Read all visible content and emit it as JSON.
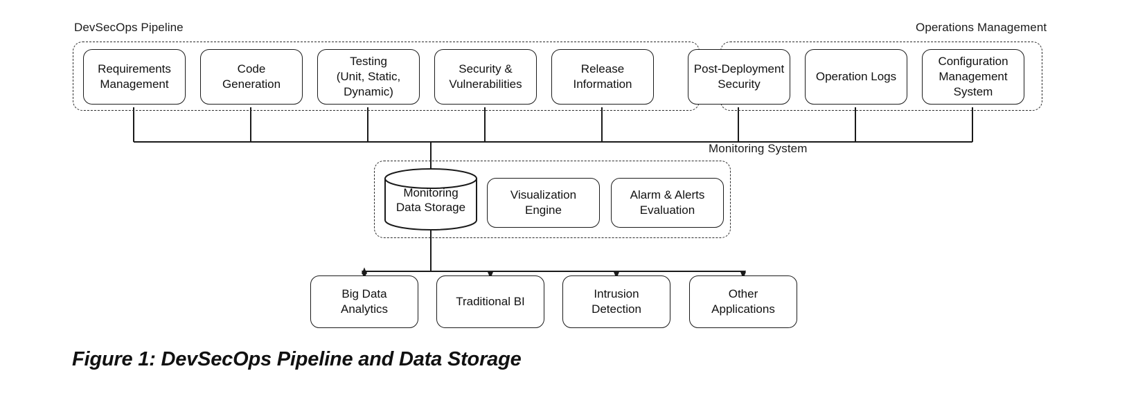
{
  "figure": {
    "caption": "Figure 1: DevSecOps Pipeline and Data Storage"
  },
  "groups": {
    "pipeline": {
      "label": "DevSecOps Pipeline",
      "nodes": [
        {
          "label": "Requirements\nManagement"
        },
        {
          "label": "Code\nGeneration"
        },
        {
          "label": "Testing\n(Unit, Static,\nDynamic)"
        },
        {
          "label": "Security &\nVulnerabilities"
        },
        {
          "label": "Release\nInformation"
        }
      ]
    },
    "operations": {
      "label": "Operations Management",
      "nodes": [
        {
          "label": "Post-Deployment\nSecurity"
        },
        {
          "label": "Operation Logs"
        },
        {
          "label": "Configuration\nManagement\nSystem"
        }
      ]
    },
    "monitoring": {
      "label": "Monitoring System",
      "storage": {
        "label": "Monitoring\nData Storage"
      },
      "nodes": [
        {
          "label": "Visualization\nEngine"
        },
        {
          "label": "Alarm & Alerts\nEvaluation"
        }
      ]
    },
    "consumers": {
      "nodes": [
        {
          "label": "Big Data\nAnalytics"
        },
        {
          "label": "Traditional BI"
        },
        {
          "label": "Intrusion\nDetection"
        },
        {
          "label": "Other\nApplications"
        }
      ]
    }
  },
  "colors": {
    "stroke": "#1a1a1a",
    "dashed": "#2a2a2a",
    "background": "#ffffff",
    "text": "#111111"
  }
}
